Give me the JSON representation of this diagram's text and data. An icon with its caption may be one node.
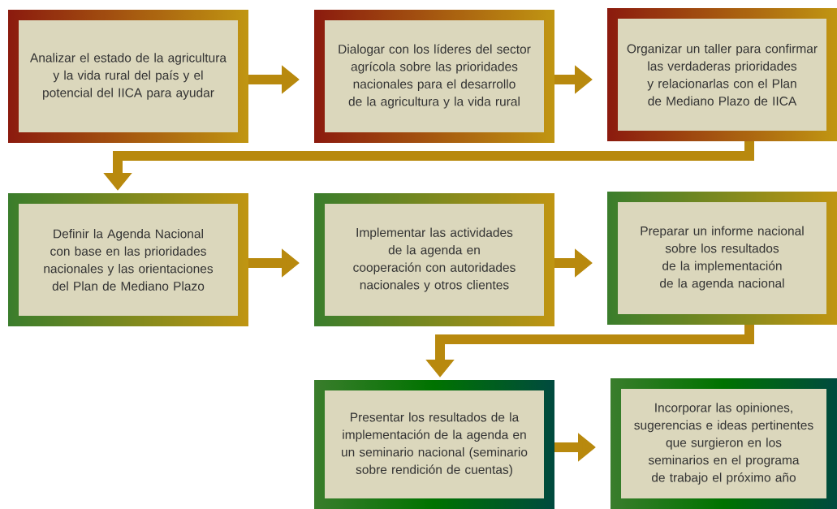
{
  "diagram": {
    "nodes": [
      {
        "text": [
          "Analizar el estado de la agricultura y la vida rural del país y el potencial del IICA para ayudar"
        ]
      },
      {
        "text": [
          "Dialogar con los líderes del sector agrícola sobre las prioridades nacionales para el desarrollo de la agricultura y la vida rural"
        ]
      },
      {
        "text": [
          "Organizar un taller para confirmar las verdaderas prioridades y relacionarlas con el Plan de Mediano Plazo de IICA"
        ]
      },
      {
        "text": [
          "Definir la Agenda Nacional con base en las prioridades nacionales y las orientaciones del Plan de Mediano Plazo"
        ]
      },
      {
        "text": [
          "Implementar las actividades de la agenda en cooperación con autoridades nacionales y otros clientes"
        ]
      },
      {
        "text": [
          "Preparar un informe nacional sobre los resultados de la implementación de la agenda nacional"
        ]
      },
      {
        "text": [
          "Presentar los resultados de la implementación de la agenda en un seminario nacional (seminario sobre rendición de cuentas)"
        ]
      },
      {
        "text": [
          "Incorporar las opiniones, sugerencias e ideas pertinentes que surgieron en los seminarios en el programa de trabajo el próximo año"
        ]
      }
    ],
    "edges": [
      {
        "from": 0,
        "to": 1,
        "arrow": "to"
      },
      {
        "from": 1,
        "to": 2,
        "arrow": "to"
      },
      {
        "from": 2,
        "to": 3,
        "arrow": "to"
      },
      {
        "from": 3,
        "to": 4,
        "arrow": "to"
      },
      {
        "from": 4,
        "to": 5,
        "arrow": "to"
      },
      {
        "from": 5,
        "to": 6,
        "arrow": "to"
      },
      {
        "from": 6,
        "to": 7,
        "arrow": "to"
      }
    ]
  }
}
